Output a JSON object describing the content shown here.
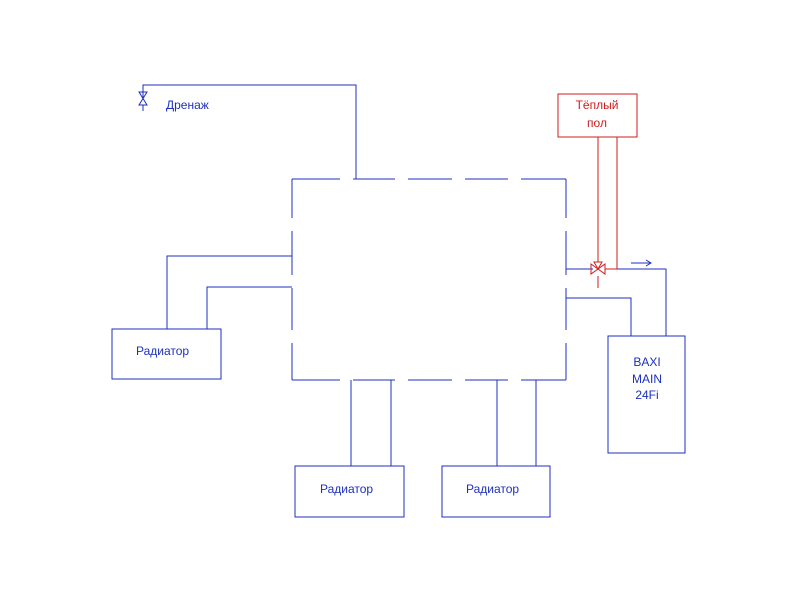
{
  "colors": {
    "supply": "#1c2fbf",
    "floor": "#d01c1c"
  },
  "labels": {
    "drain": "Дренаж",
    "radiator_left": "Радиатор",
    "radiator_bottom_left": "Радиатор",
    "radiator_bottom_right": "Радиатор",
    "floor_line1": "Тёплый",
    "floor_line2": "пол",
    "boiler_line1": "BAXI",
    "boiler_line2": "MAIN",
    "boiler_line3": "24Fi"
  }
}
